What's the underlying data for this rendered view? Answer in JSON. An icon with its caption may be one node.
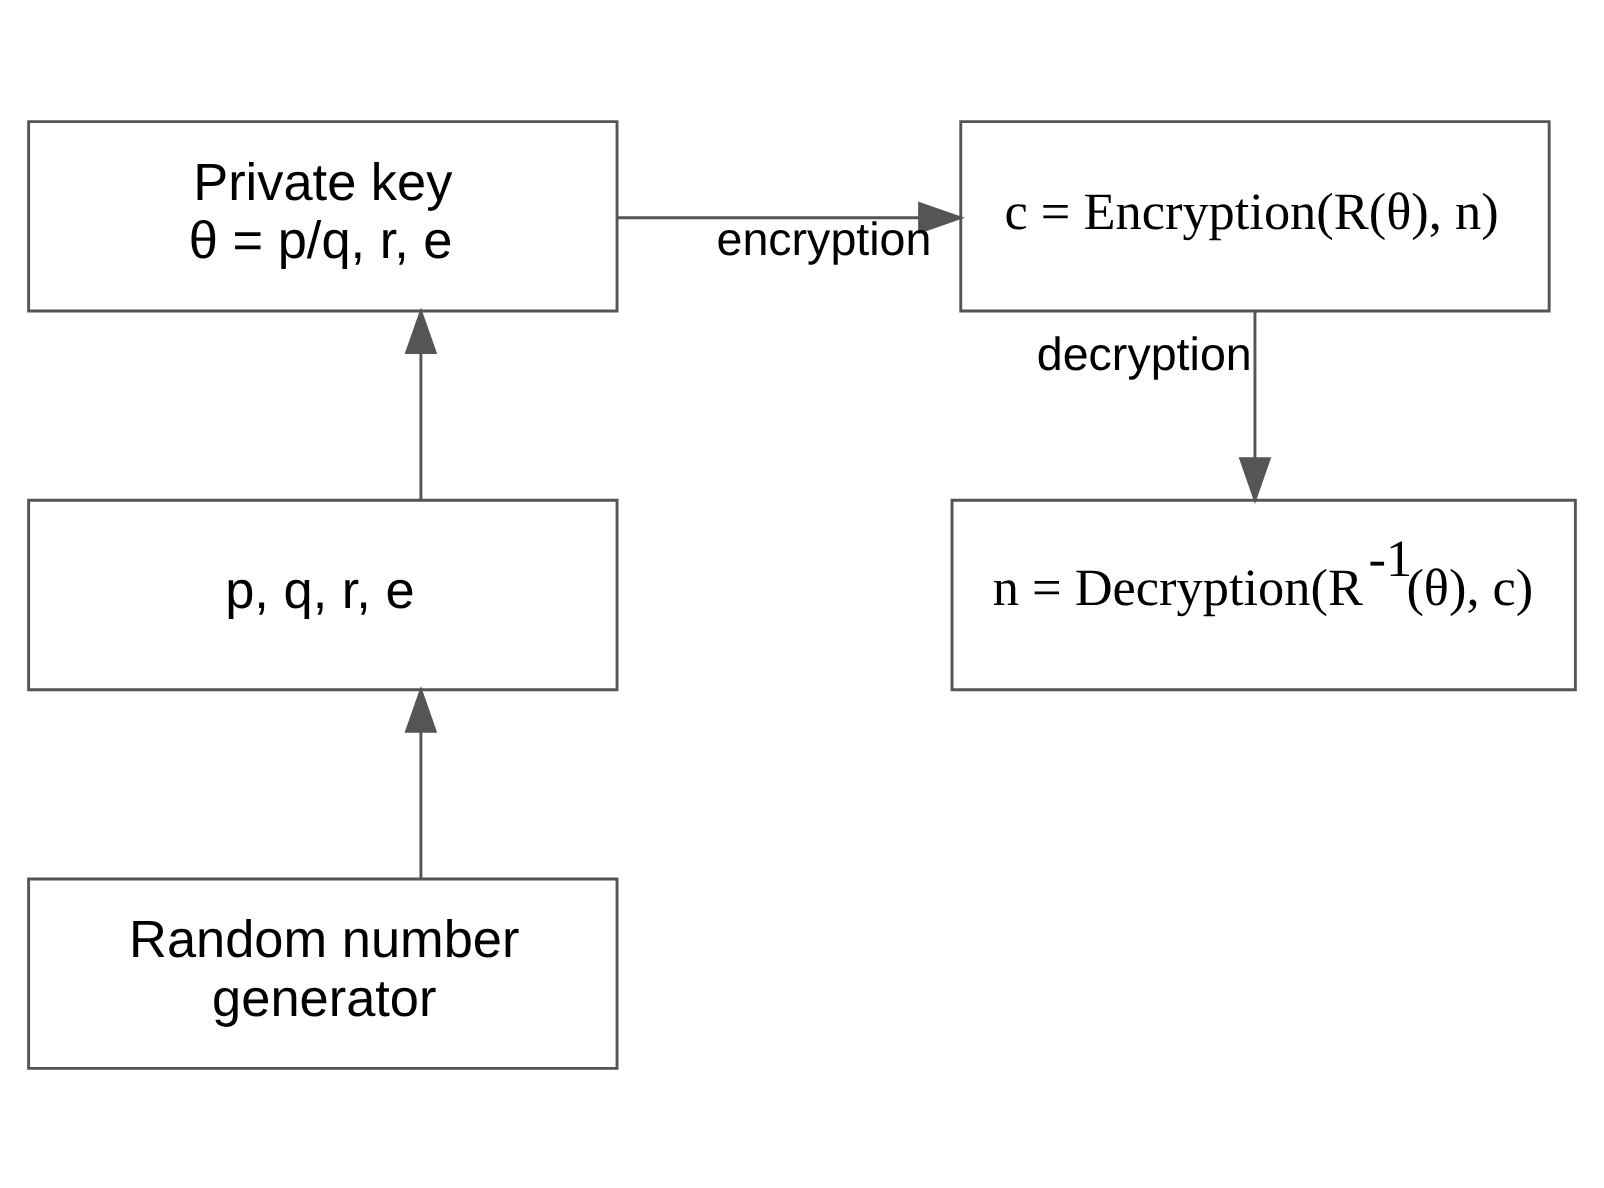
{
  "diagram": {
    "nodes": [
      {
        "text": [
          "Private key",
          "θ = p/q, r, e"
        ]
      },
      {
        "text": [
          "c = Encryption(R(θ), n)"
        ]
      },
      {
        "text": [
          "n = Decryption(R$^{-1}$(θ), c)"
        ]
      },
      {
        "text": [
          "p, q, r, e"
        ]
      },
      {
        "text": [
          "Random number generator"
        ]
      }
    ],
    "edges": [
      {
        "from": 4,
        "to": 3,
        "arrow": "to"
      },
      {
        "from": 3,
        "to": 0,
        "arrow": "to"
      },
      {
        "from": 0,
        "to": 1,
        "arrow": "to",
        "label": "encryption"
      },
      {
        "from": 1,
        "to": 2,
        "arrow": "to",
        "label": "decryption"
      }
    ]
  }
}
